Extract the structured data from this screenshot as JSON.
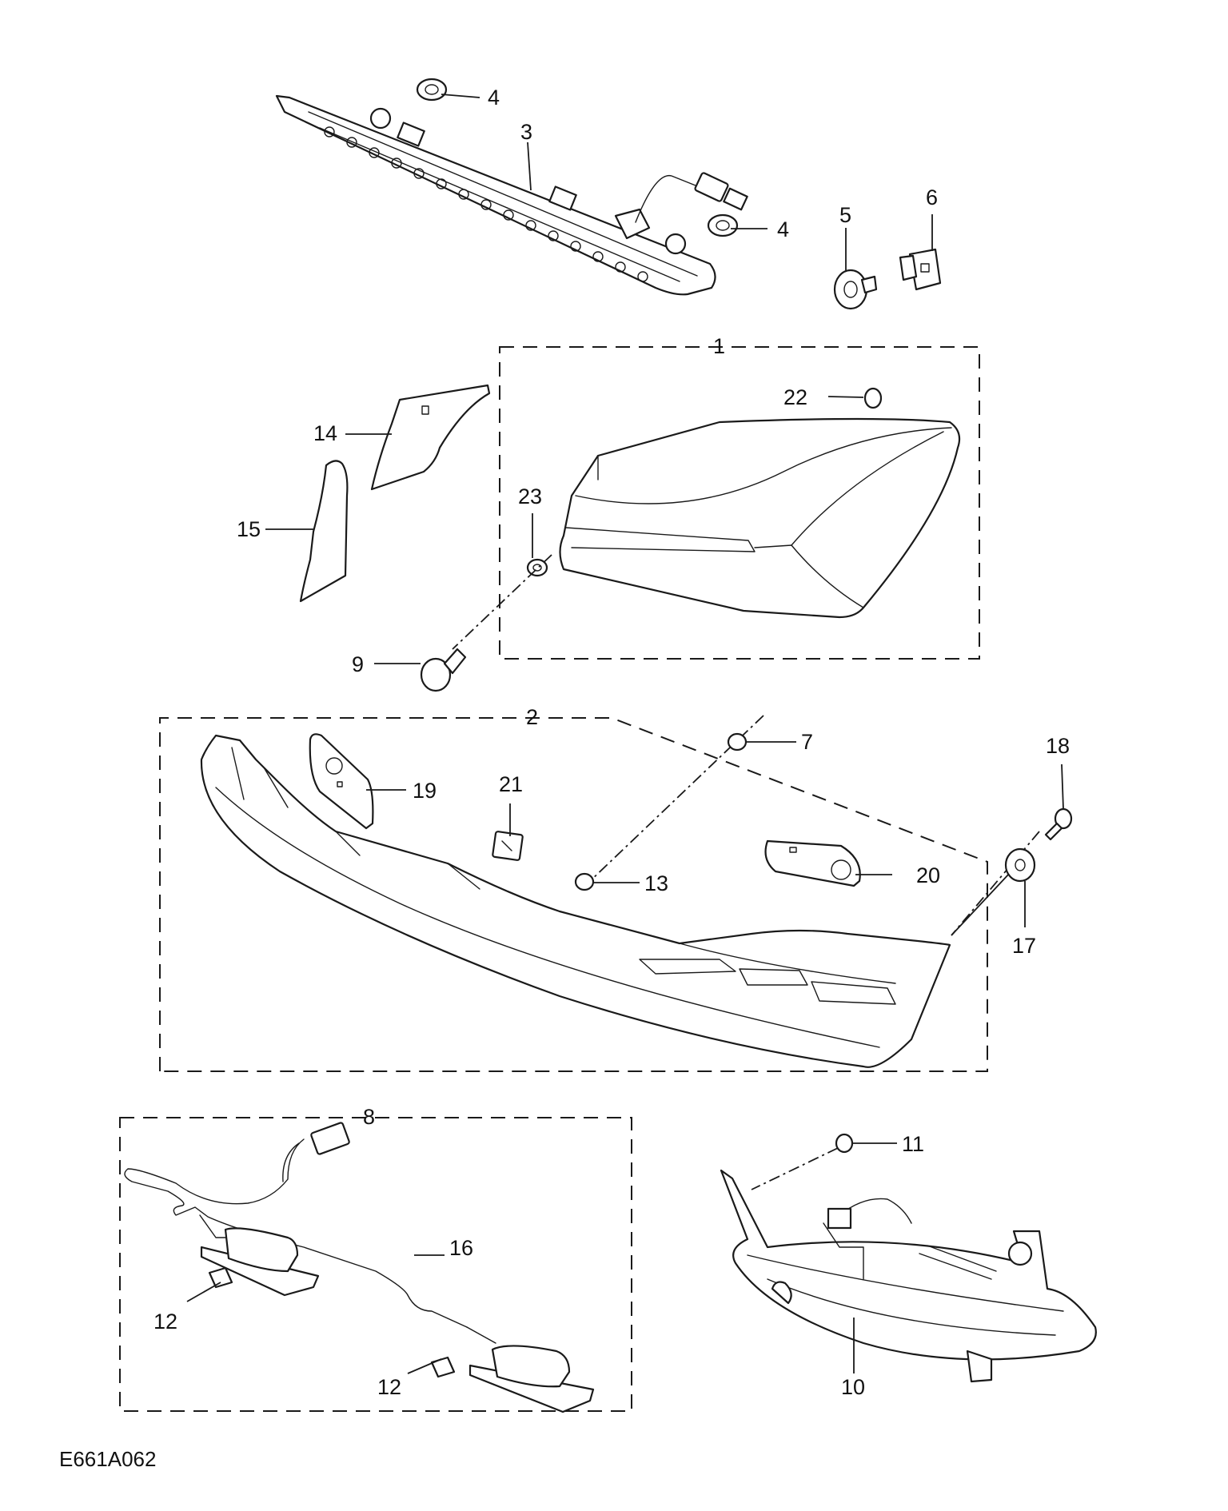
{
  "drawing_reference": "E661A062",
  "callouts": {
    "c1": "1",
    "c2": "2",
    "c3": "3",
    "c4a": "4",
    "c4b": "4",
    "c5": "5",
    "c6": "6",
    "c7": "7",
    "c8": "8",
    "c9": "9",
    "c10": "10",
    "c11": "11",
    "c12a": "12",
    "c12b": "12",
    "c13": "13",
    "c14": "14",
    "c15": "15",
    "c16": "16",
    "c17": "17",
    "c18": "18",
    "c19": "19",
    "c20": "20",
    "c21": "21",
    "c22": "22",
    "c23": "23"
  }
}
